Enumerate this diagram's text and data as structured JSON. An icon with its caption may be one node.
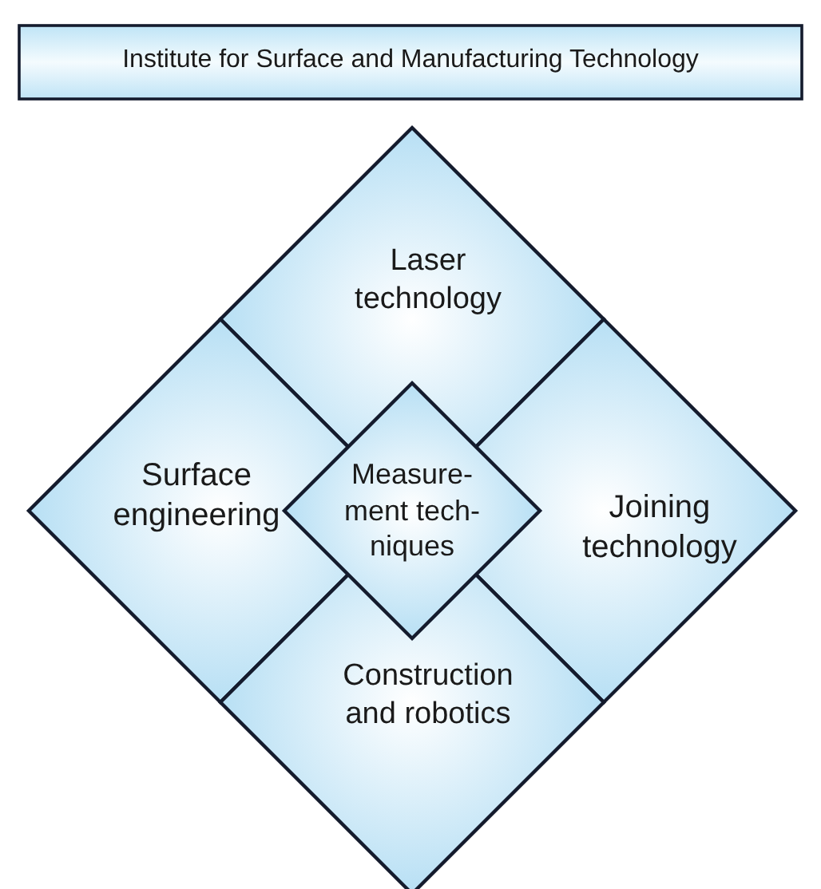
{
  "diagram": {
    "nodes": [
      {
        "text": [
          "Institute for Surface and Manufacturing Technology"
        ]
      },
      {
        "text": [
          "Laser technology"
        ]
      },
      {
        "text": [
          "Surface engineering"
        ]
      },
      {
        "text": [
          "Joining technology"
        ]
      },
      {
        "text": [
          "Construction and robotics"
        ]
      },
      {
        "text": [
          "Measure- ment tech- niques"
        ]
      }
    ]
  }
}
